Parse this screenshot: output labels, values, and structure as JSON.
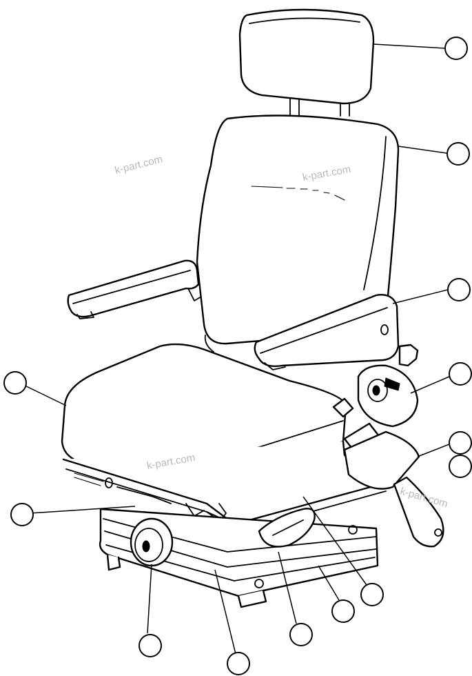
{
  "watermarks": [
    {
      "id": "wm1",
      "text": "k-part.com"
    },
    {
      "id": "wm2",
      "text": "k-part.com"
    },
    {
      "id": "wm3",
      "text": "k-part.com"
    },
    {
      "id": "wm4",
      "text": "k-part.com"
    }
  ],
  "callouts": [
    {
      "id": "headrest",
      "label": ""
    },
    {
      "id": "backrest",
      "label": ""
    },
    {
      "id": "armrest",
      "label": ""
    },
    {
      "id": "belt-retractor",
      "label": ""
    },
    {
      "id": "belt-buckle-upper",
      "label": ""
    },
    {
      "id": "belt-buckle-lower",
      "label": ""
    },
    {
      "id": "seat-cushion",
      "label": ""
    },
    {
      "id": "slide-lever",
      "label": ""
    },
    {
      "id": "weight-knob",
      "label": ""
    },
    {
      "id": "suspension-base",
      "label": ""
    },
    {
      "id": "height-handle",
      "label": ""
    },
    {
      "id": "slide-rail",
      "label": ""
    },
    {
      "id": "seat-frame",
      "label": ""
    }
  ],
  "colors": {
    "line": "#000000",
    "watermark": "#b9b9b9",
    "background": "#ffffff"
  }
}
